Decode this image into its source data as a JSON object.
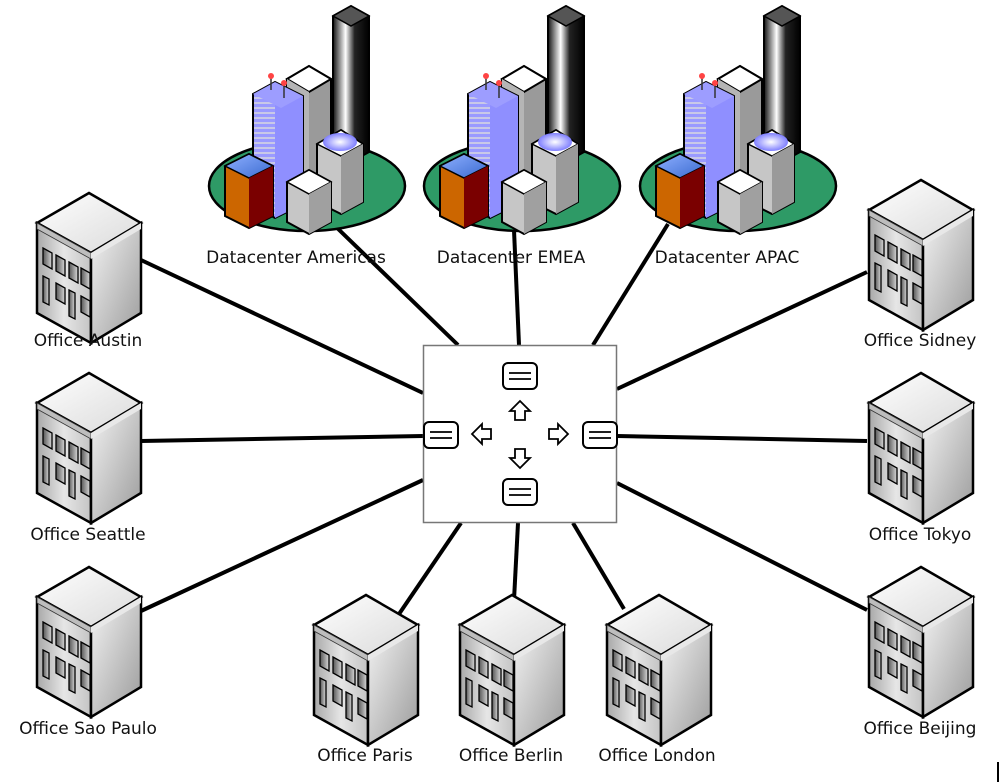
{
  "diagram": {
    "hub": {
      "label": "",
      "icon": "switch-icon"
    },
    "datacenters": [
      {
        "id": "dc-americas",
        "label": "Datacenter Americas"
      },
      {
        "id": "dc-emea",
        "label": "Datacenter EMEA"
      },
      {
        "id": "dc-apac",
        "label": "Datacenter APAC"
      }
    ],
    "offices": [
      {
        "id": "office-austin",
        "label": "Office Austin"
      },
      {
        "id": "office-seattle",
        "label": "Office Seattle"
      },
      {
        "id": "office-sao-paulo",
        "label": "Office Sao Paulo"
      },
      {
        "id": "office-paris",
        "label": "Office Paris"
      },
      {
        "id": "office-berlin",
        "label": "Office Berlin"
      },
      {
        "id": "office-london",
        "label": "Office London"
      },
      {
        "id": "office-sidney",
        "label": "Office Sidney"
      },
      {
        "id": "office-tokyo",
        "label": "Office Tokyo"
      },
      {
        "id": "office-beijing",
        "label": "Office Beijing"
      }
    ],
    "connections": [
      [
        "hub",
        "dc-americas"
      ],
      [
        "hub",
        "dc-emea"
      ],
      [
        "hub",
        "dc-apac"
      ],
      [
        "hub",
        "office-austin"
      ],
      [
        "hub",
        "office-seattle"
      ],
      [
        "hub",
        "office-sao-paulo"
      ],
      [
        "hub",
        "office-paris"
      ],
      [
        "hub",
        "office-berlin"
      ],
      [
        "hub",
        "office-london"
      ],
      [
        "hub",
        "office-sidney"
      ],
      [
        "hub",
        "office-tokyo"
      ],
      [
        "hub",
        "office-beijing"
      ]
    ],
    "colors": {
      "line": "#000000",
      "ground": "#2e9a66",
      "tower_blue": "#8f8fff",
      "block_orange": "#cc6600",
      "block_red": "#7a0000"
    }
  }
}
